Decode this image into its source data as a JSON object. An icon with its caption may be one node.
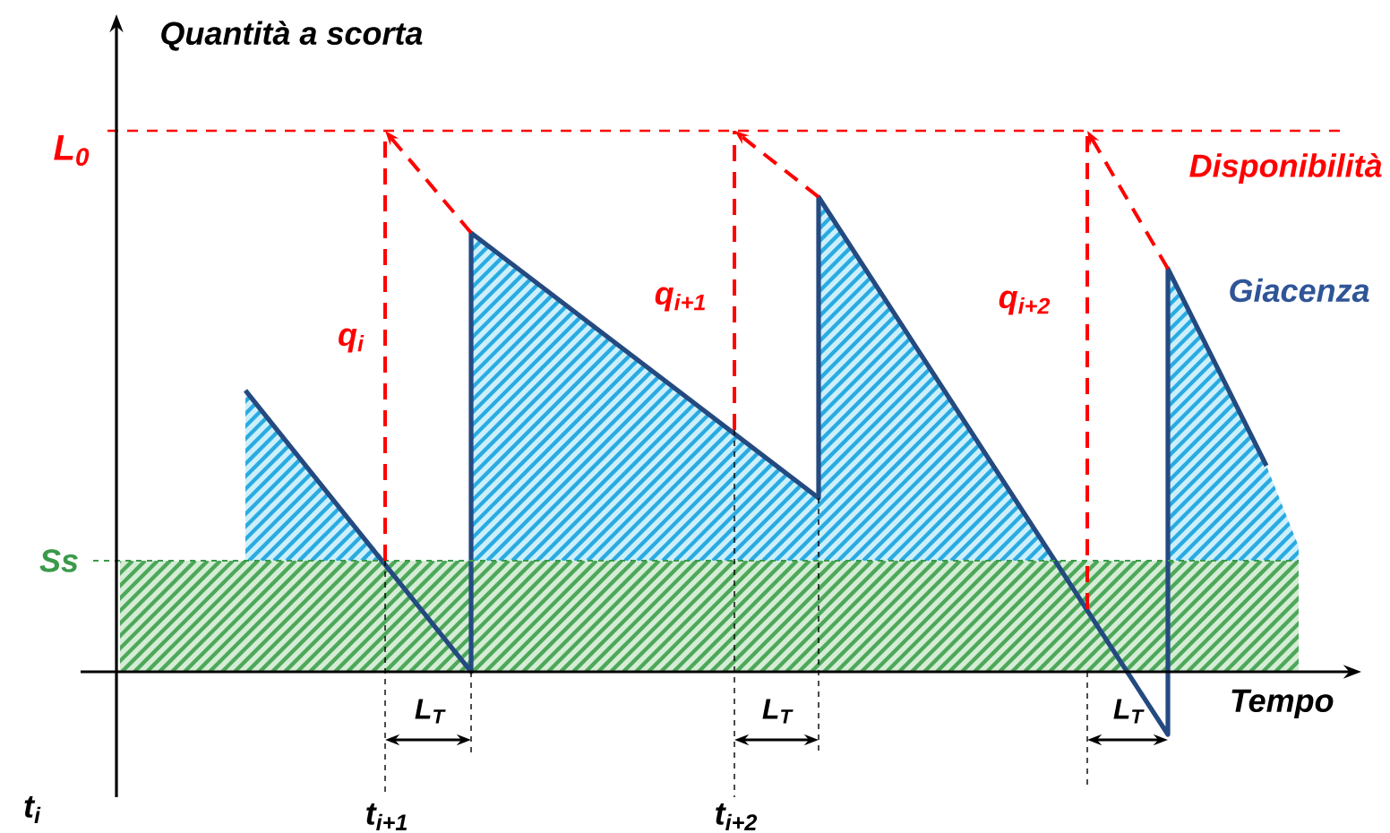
{
  "diagram": {
    "labels": [
      "Quantità a scorta",
      "L$_{0}$",
      "Disponibilità",
      "Giacenza",
      "q$_{i+1}$",
      "q$_{i+2}$",
      "q$_{i}$",
      "Ss",
      "Tempo",
      "L$_{T}$",
      "L$_{T}$",
      "L$_{T}$",
      "t$_{i}$",
      "t$_{i+1}$",
      "t$_{i+2}$"
    ]
  }
}
